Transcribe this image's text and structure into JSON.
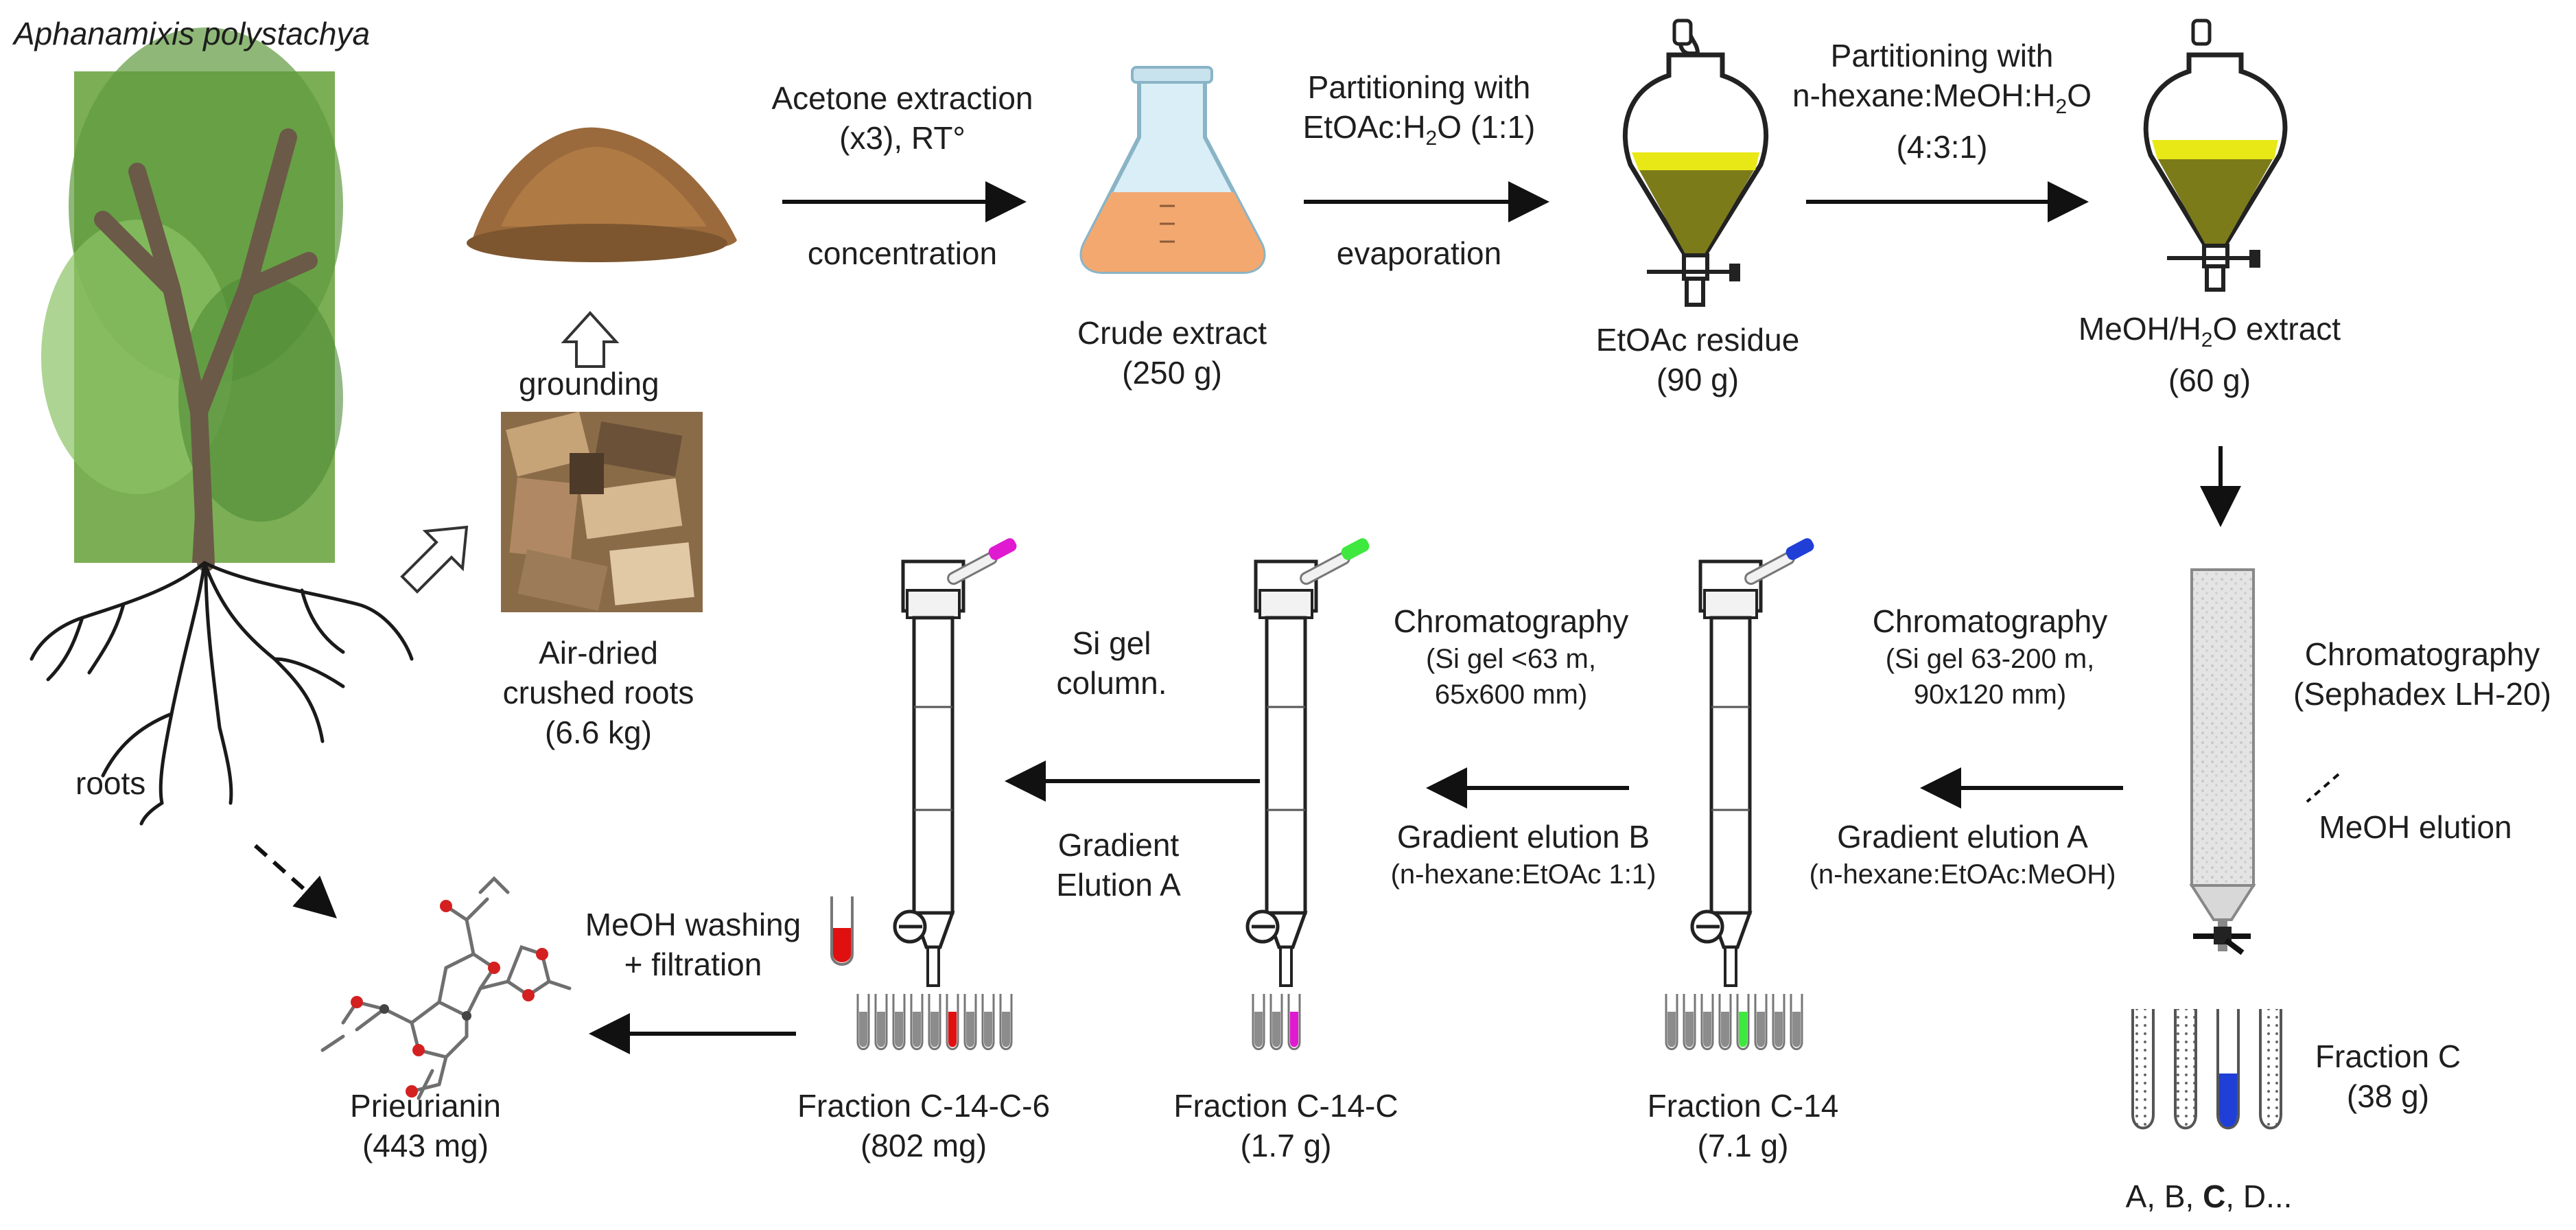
{
  "species": "Aphanamixis polystachya",
  "roots_label": "roots",
  "grinding_label": "grounding",
  "air_dried": {
    "line1": "Air-dried",
    "line2": "crushed roots",
    "line3": "(6.6 kg)"
  },
  "step_acetone": {
    "top1": "Acetone extraction",
    "top2": "(x3), RT°",
    "bottom": "concentration"
  },
  "crude": {
    "name": "Crude extract",
    "mass": "(250 g)"
  },
  "step_etoac": {
    "top1": "Partitioning with",
    "top2_pre": "EtOAc:H",
    "top2_sub": "2",
    "top2_post": "O (1:1)",
    "bottom": "evaporation"
  },
  "etoac_residue": {
    "name": "EtOAc residue",
    "mass": "(90 g)"
  },
  "step_hexane": {
    "top1": "Partitioning with",
    "top2_pre": "n-hexane:MeOH:H",
    "top2_sub": "2",
    "top2_post": "O",
    "top3": "(4:3:1)"
  },
  "meoh_extract": {
    "name_pre": "MeOH/H",
    "name_sub": "2",
    "name_post": "O extract",
    "mass": "(60 g)"
  },
  "sephadex": {
    "line1": "Chromatography",
    "line2": "(Sephadex LH-20)",
    "elution": "MeOH elution"
  },
  "fraction_c": {
    "name": "Fraction C",
    "mass": "(38 g)",
    "tubes_pre": "A, B, ",
    "tubes_bold": "C",
    "tubes_post": ", D..."
  },
  "chrom_a": {
    "line1": "Chromatography",
    "line2": "(Si gel 63-200 m,",
    "line3": "90x120 mm)",
    "elution1": "Gradient elution A",
    "elution2": "(n-hexane:EtOAc:MeOH)"
  },
  "fraction_c14": {
    "name": "Fraction C-14",
    "mass": "(7.1 g)"
  },
  "chrom_b": {
    "line1": "Chromatography",
    "line2": "(Si gel <63 m,",
    "line3": "65x600 mm)",
    "elution1": "Gradient elution B",
    "elution2": "(n-hexane:EtOAc 1:1)"
  },
  "fraction_c14c": {
    "name": "Fraction C-14-C",
    "mass": "(1.7 g)"
  },
  "si_gel": {
    "line1": "Si gel",
    "line2": "column.",
    "elution1": "Gradient",
    "elution2": "Elution A"
  },
  "fraction_c14c6": {
    "name": "Fraction C-14-C-6",
    "mass": "(802 mg)"
  },
  "washing": {
    "line1": "MeOH washing",
    "line2": "+ filtration"
  },
  "product": {
    "name": "Prieurianin",
    "mass": "(443 mg)"
  },
  "colors": {
    "blue": "#1f3fd6",
    "green": "#3ee83e",
    "magenta": "#e01ad0",
    "red": "#e01010",
    "yellow": "#e6e616",
    "olive": "#7c7b1a",
    "orange": "#f3a870"
  }
}
